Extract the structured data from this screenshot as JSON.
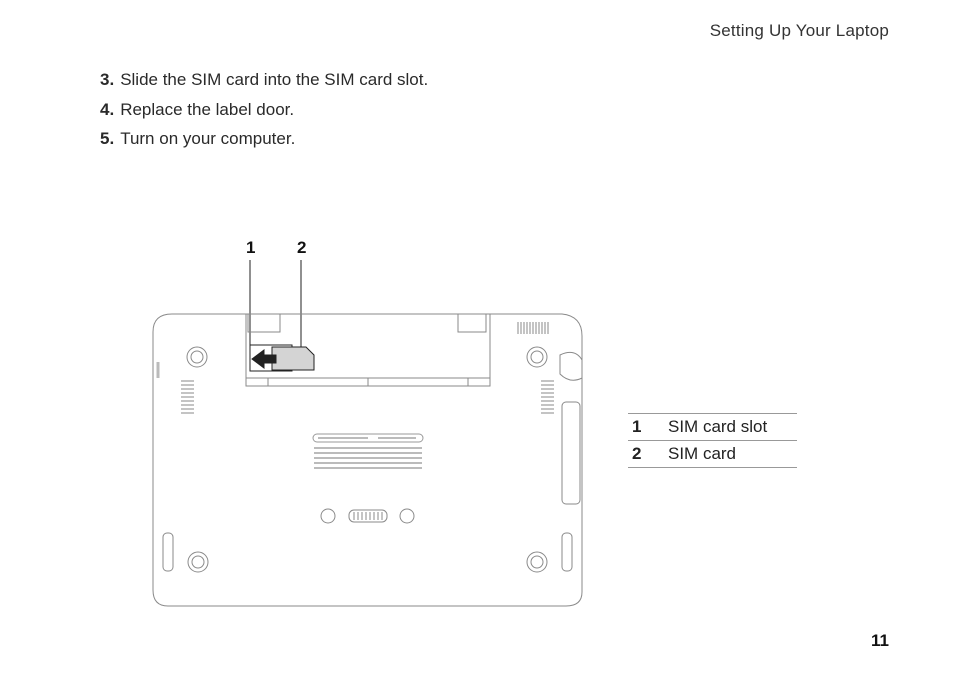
{
  "header": {
    "title": "Setting Up Your Laptop"
  },
  "steps": [
    {
      "num": "3.",
      "text": "Slide the SIM card into the SIM card slot."
    },
    {
      "num": "4.",
      "text": "Replace the label door."
    },
    {
      "num": "5.",
      "text": "Turn on your computer."
    }
  ],
  "figure": {
    "callouts": [
      "1",
      "2"
    ]
  },
  "legend": [
    {
      "num": "1",
      "label": "SIM card slot"
    },
    {
      "num": "2",
      "label": "SIM card"
    }
  ],
  "page_number": "11"
}
